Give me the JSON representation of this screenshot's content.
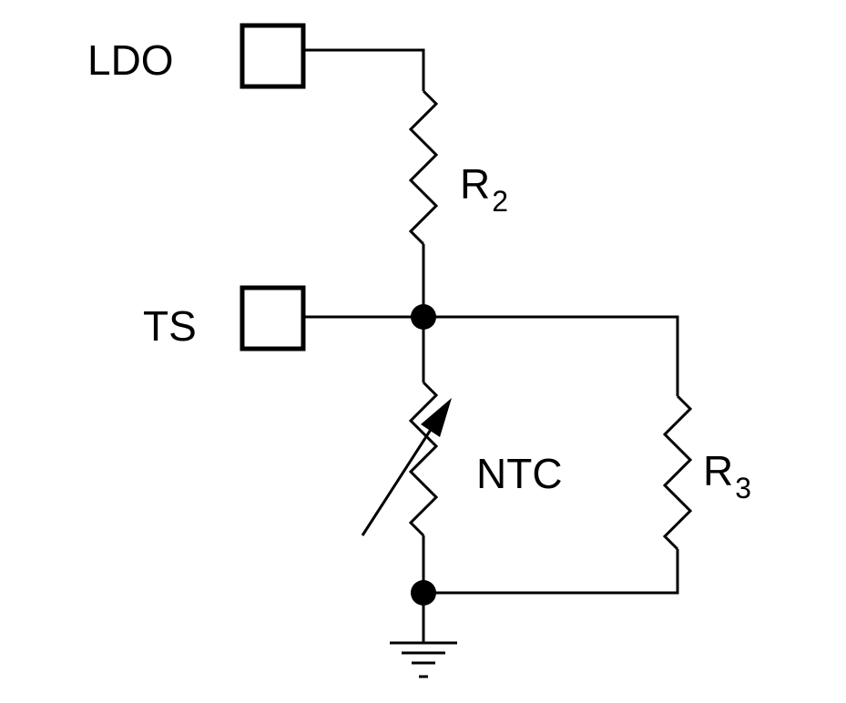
{
  "pins": {
    "ldo": "LDO",
    "ts": "TS"
  },
  "components": {
    "r2": {
      "letter": "R",
      "sub": "2"
    },
    "ntc": {
      "label": "NTC"
    },
    "r3": {
      "letter": "R",
      "sub": "3"
    }
  },
  "colors": {
    "ink": "#000000",
    "background": "#ffffff"
  }
}
